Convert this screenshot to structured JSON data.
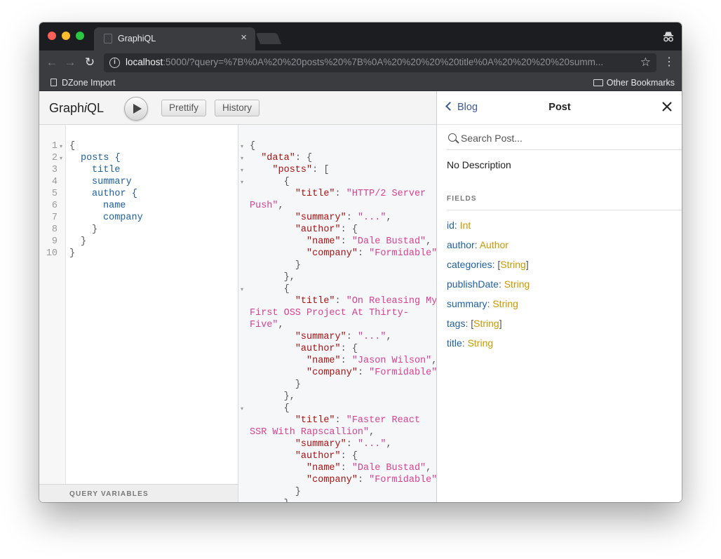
{
  "browser": {
    "tab_title": "GraphiQL",
    "tab_close": "×",
    "url_host": "localhost",
    "url_rest": ":5000/?query=%7B%0A%20%20posts%20%7B%0A%20%20%20%20title%0A%20%20%20%20summ...",
    "bookmark_left": "DZone Import",
    "bookmark_right": "Other Bookmarks"
  },
  "toolbar": {
    "logo_pre": "Graph",
    "logo_i": "i",
    "logo_post": "QL",
    "prettify_label": "Prettify",
    "history_label": "History"
  },
  "query": {
    "line_numbers": [
      "1",
      "2",
      "3",
      "4",
      "5",
      "6",
      "7",
      "8",
      "9",
      "10"
    ],
    "lines": [
      {
        "text": "{",
        "kind": "punct",
        "indent": 0
      },
      {
        "text": "posts {",
        "kind": "field",
        "indent": 1
      },
      {
        "text": "title",
        "kind": "field",
        "indent": 2
      },
      {
        "text": "summary",
        "kind": "field",
        "indent": 2
      },
      {
        "text": "author {",
        "kind": "field",
        "indent": 2
      },
      {
        "text": "name",
        "kind": "field",
        "indent": 3
      },
      {
        "text": "company",
        "kind": "field",
        "indent": 3
      },
      {
        "text": "}",
        "kind": "punct",
        "indent": 2
      },
      {
        "text": "}",
        "kind": "punct",
        "indent": 1
      },
      {
        "text": "}",
        "kind": "punct",
        "indent": 0
      }
    ],
    "variables_label": "QUERY VARIABLES"
  },
  "result": {
    "lines": [
      [
        [
          "{",
          "p"
        ]
      ],
      [
        [
          "  ",
          ""
        ],
        [
          "\"data\"",
          "k"
        ],
        [
          ": {",
          "p"
        ]
      ],
      [
        [
          "    ",
          ""
        ],
        [
          "\"posts\"",
          "k"
        ],
        [
          ": [",
          "p"
        ]
      ],
      [
        [
          "      {",
          "p"
        ]
      ],
      [
        [
          "        ",
          ""
        ],
        [
          "\"title\"",
          "k"
        ],
        [
          ": ",
          "p"
        ],
        [
          "\"HTTP/2 Server",
          "s"
        ]
      ],
      [
        [
          "Push\"",
          "s"
        ],
        [
          ",",
          "p"
        ]
      ],
      [
        [
          "        ",
          ""
        ],
        [
          "\"summary\"",
          "k"
        ],
        [
          ": ",
          "p"
        ],
        [
          "\"...\"",
          "s"
        ],
        [
          ",",
          "p"
        ]
      ],
      [
        [
          "        ",
          ""
        ],
        [
          "\"author\"",
          "k"
        ],
        [
          ": {",
          "p"
        ]
      ],
      [
        [
          "          ",
          ""
        ],
        [
          "\"name\"",
          "k"
        ],
        [
          ": ",
          "p"
        ],
        [
          "\"Dale Bustad\"",
          "s"
        ],
        [
          ",",
          "p"
        ]
      ],
      [
        [
          "          ",
          ""
        ],
        [
          "\"company\"",
          "k"
        ],
        [
          ": ",
          "p"
        ],
        [
          "\"Formidable\"",
          "s"
        ]
      ],
      [
        [
          "        }",
          "p"
        ]
      ],
      [
        [
          "      },",
          "p"
        ]
      ],
      [
        [
          "      {",
          "p"
        ]
      ],
      [
        [
          "        ",
          ""
        ],
        [
          "\"title\"",
          "k"
        ],
        [
          ": ",
          "p"
        ],
        [
          "\"On Releasing My",
          "s"
        ]
      ],
      [
        [
          "First OSS Project At Thirty-",
          "s"
        ]
      ],
      [
        [
          "Five\"",
          "s"
        ],
        [
          ",",
          "p"
        ]
      ],
      [
        [
          "        ",
          ""
        ],
        [
          "\"summary\"",
          "k"
        ],
        [
          ": ",
          "p"
        ],
        [
          "\"...\"",
          "s"
        ],
        [
          ",",
          "p"
        ]
      ],
      [
        [
          "        ",
          ""
        ],
        [
          "\"author\"",
          "k"
        ],
        [
          ": {",
          "p"
        ]
      ],
      [
        [
          "          ",
          ""
        ],
        [
          "\"name\"",
          "k"
        ],
        [
          ": ",
          "p"
        ],
        [
          "\"Jason Wilson\"",
          "s"
        ],
        [
          ",",
          "p"
        ]
      ],
      [
        [
          "          ",
          ""
        ],
        [
          "\"company\"",
          "k"
        ],
        [
          ": ",
          "p"
        ],
        [
          "\"Formidable\"",
          "s"
        ]
      ],
      [
        [
          "        }",
          "p"
        ]
      ],
      [
        [
          "      },",
          "p"
        ]
      ],
      [
        [
          "      {",
          "p"
        ]
      ],
      [
        [
          "        ",
          ""
        ],
        [
          "\"title\"",
          "k"
        ],
        [
          ": ",
          "p"
        ],
        [
          "\"Faster React",
          "s"
        ]
      ],
      [
        [
          "SSR With Rapscallion\"",
          "s"
        ],
        [
          ",",
          "p"
        ]
      ],
      [
        [
          "        ",
          ""
        ],
        [
          "\"summary\"",
          "k"
        ],
        [
          ": ",
          "p"
        ],
        [
          "\"...\"",
          "s"
        ],
        [
          ",",
          "p"
        ]
      ],
      [
        [
          "        ",
          ""
        ],
        [
          "\"author\"",
          "k"
        ],
        [
          ": {",
          "p"
        ]
      ],
      [
        [
          "          ",
          ""
        ],
        [
          "\"name\"",
          "k"
        ],
        [
          ": ",
          "p"
        ],
        [
          "\"Dale Bustad\"",
          "s"
        ],
        [
          ",",
          "p"
        ]
      ],
      [
        [
          "          ",
          ""
        ],
        [
          "\"company\"",
          "k"
        ],
        [
          ": ",
          "p"
        ],
        [
          "\"Formidable\"",
          "s"
        ]
      ],
      [
        [
          "        }",
          "p"
        ]
      ],
      [
        [
          "      }",
          "p"
        ]
      ]
    ]
  },
  "docs": {
    "back_label": "Blog",
    "title": "Post",
    "search_placeholder": "Search Post...",
    "description": "No Description",
    "fields_heading": "FIELDS",
    "fields": [
      {
        "name": "id",
        "pre": "",
        "type": "Int",
        "post": ""
      },
      {
        "name": "author",
        "pre": "",
        "type": "Author",
        "post": ""
      },
      {
        "name": "categories",
        "pre": "[",
        "type": "String",
        "post": "]"
      },
      {
        "name": "publishDate",
        "pre": "",
        "type": "String",
        "post": ""
      },
      {
        "name": "summary",
        "pre": "",
        "type": "String",
        "post": ""
      },
      {
        "name": "tags",
        "pre": "[",
        "type": "String",
        "post": "]"
      },
      {
        "name": "title",
        "pre": "",
        "type": "String",
        "post": ""
      }
    ]
  },
  "colors": {
    "field": "#1f61a0",
    "key": "#a11",
    "string": "#d64292",
    "type": "#ca9800",
    "link": "#3b5998"
  },
  "icons": [
    "close-icon",
    "info-icon",
    "star-icon",
    "menu-icon",
    "incognito-icon",
    "play-icon",
    "search-icon",
    "chevron-left-icon",
    "doc-icon",
    "folder-icon"
  ]
}
